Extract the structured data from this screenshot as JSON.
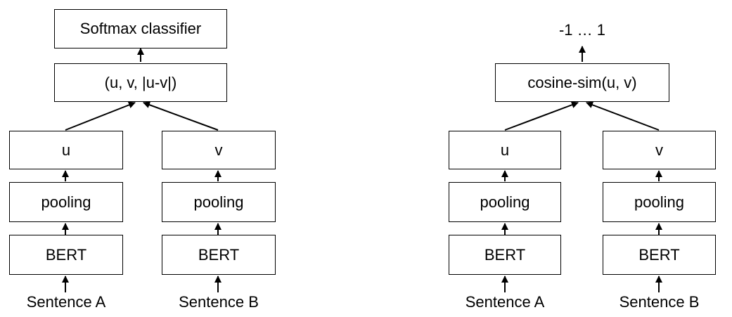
{
  "left": {
    "classifier": "Softmax classifier",
    "concat": "(u, v, |u-v|)",
    "branch_a": {
      "embedding": "u",
      "pooling": "pooling",
      "encoder": "BERT",
      "input": "Sentence A"
    },
    "branch_b": {
      "embedding": "v",
      "pooling": "pooling",
      "encoder": "BERT",
      "input": "Sentence B"
    }
  },
  "right": {
    "output": "-1 … 1",
    "similarity": "cosine-sim(u, v)",
    "branch_a": {
      "embedding": "u",
      "pooling": "pooling",
      "encoder": "BERT",
      "input": "Sentence A"
    },
    "branch_b": {
      "embedding": "v",
      "pooling": "pooling",
      "encoder": "BERT",
      "input": "Sentence B"
    }
  }
}
